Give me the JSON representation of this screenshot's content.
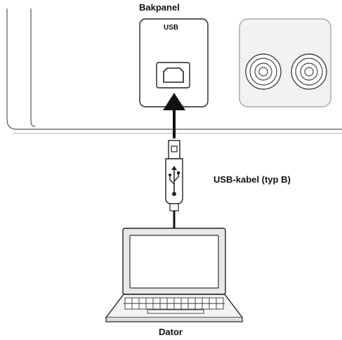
{
  "labels": {
    "back_panel": "Bakpanel",
    "usb_port": "USB",
    "cable": "USB-kabel (typ B)",
    "computer": "Dator"
  },
  "icons": {
    "usb_port": "usb-b-port-icon",
    "rca_jacks": "rca-jack-icon",
    "cable_plug": "usb-plug-icon",
    "laptop": "laptop-icon"
  }
}
